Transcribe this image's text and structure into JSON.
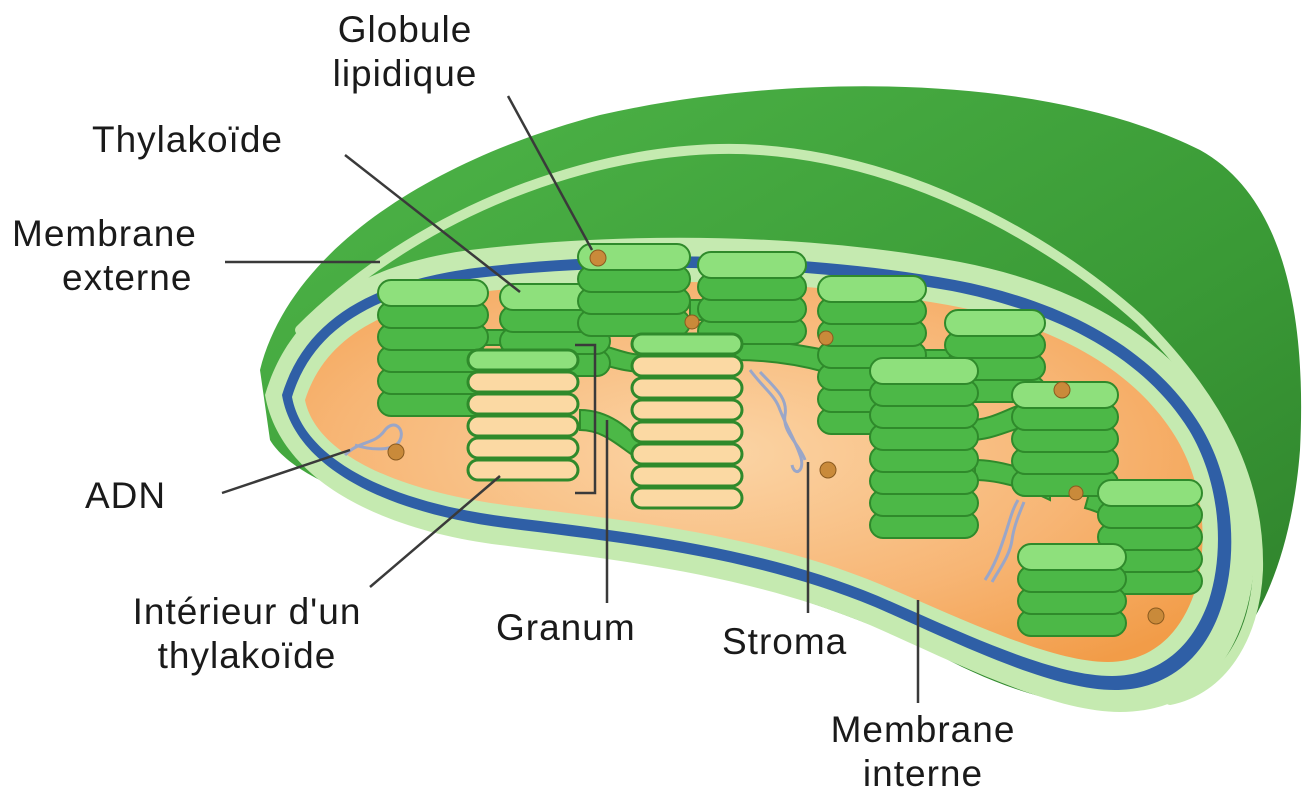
{
  "labels": {
    "globule_lipidique": [
      "Globule",
      "lipidique"
    ],
    "thylakoide": "Thylakoïde",
    "membrane_externe": [
      "Membrane",
      "externe"
    ],
    "adn": "ADN",
    "interieur_thylakoide": [
      "Intérieur d'un",
      "thylakoïde"
    ],
    "granum": "Granum",
    "stroma": "Stroma",
    "membrane_interne": [
      "Membrane",
      "interne"
    ]
  },
  "colors": {
    "outer_membrane": "#3f9e3a",
    "membrane_band": "#c5eab0",
    "intermembrane_blue": "#2f5fa6",
    "stroma": "#f5a65b",
    "stroma_light": "#f9c995",
    "thylakoid": "#4cb847",
    "thylakoid_light": "#8ee07c",
    "lumen": "#fbd9a3",
    "globule": "#c98a3a",
    "dna": "#9aa6c8"
  }
}
